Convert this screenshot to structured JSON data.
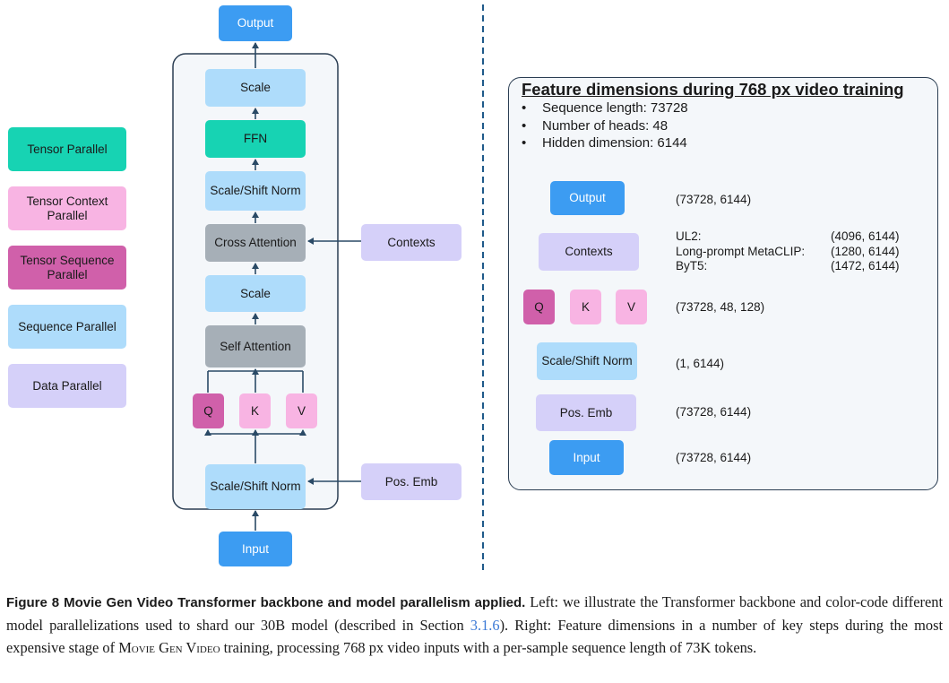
{
  "legend": {
    "tensor_parallel": "Tensor Parallel",
    "tensor_context_parallel": "Tensor Context Parallel",
    "tensor_sequence_parallel": "Tensor Sequence Parallel",
    "sequence_parallel": "Sequence Parallel",
    "data_parallel": "Data Parallel"
  },
  "backbone": {
    "output": "Output",
    "scale_top": "Scale",
    "ffn": "FFN",
    "scale_shift_norm_top": "Scale/Shift Norm",
    "cross_attention": "Cross Attention",
    "scale_mid": "Scale",
    "self_attention": "Self Attention",
    "q": "Q",
    "k": "K",
    "v": "V",
    "scale_shift_norm_bottom": "Scale/Shift Norm",
    "input": "Input",
    "contexts": "Contexts",
    "pos_emb": "Pos. Emb"
  },
  "features": {
    "title": "Feature dimensions during 768 px video training",
    "bullets": [
      "Sequence length: 73728",
      "Number of heads: 48",
      "Hidden dimension: 6144"
    ],
    "rows": {
      "output_label": "Output",
      "output_dim": "(73728, 6144)",
      "contexts_label": "Contexts",
      "ctx_names": [
        "UL2:",
        "Long-prompt MetaCLIP:",
        "ByT5:"
      ],
      "ctx_dims": [
        "(4096, 6144)",
        "(1280, 6144)",
        "(1472, 6144)"
      ],
      "q": "Q",
      "k": "K",
      "v": "V",
      "qkv_dim": "(73728, 48, 128)",
      "norm_label": "Scale/Shift Norm",
      "norm_dim": "(1, 6144)",
      "posemb_label": "Pos. Emb",
      "posemb_dim": "(73728, 6144)",
      "input_label": "Input",
      "input_dim": "(73728, 6144)"
    }
  },
  "caption": {
    "label": "Figure 8  Movie Gen Video Transformer backbone and model parallelism applied.",
    "text_1": "Left: we illustrate the Transformer backbone and color-code different model parallelizations used to shard our 30B model (described in Section",
    "section_ref": "3.1.6",
    "text_2": "). Right: Feature dimensions in a number of key steps during the most expensive stage of",
    "model_name": "Movie Gen Video",
    "text_3": "training, processing 768 px video inputs with a per-sample sequence length of 73K tokens."
  },
  "colors": {
    "dark_blue": "#3c9cf2",
    "light_blue": "#aedcfb",
    "teal": "#17d3b3",
    "light_pink": "#f8b4e3",
    "magenta": "#d060aa",
    "lavender": "#d5d0f9",
    "gray": "#a6afb7",
    "arrow": "#2a4a66",
    "divider": "#1f5a8a"
  }
}
